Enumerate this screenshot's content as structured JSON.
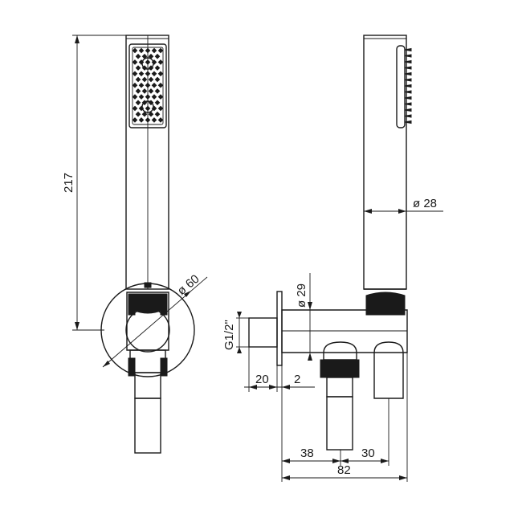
{
  "dimensions": {
    "height_217": "217",
    "dia_60": "ø 60",
    "dia_29": "ø 29",
    "dia_28": "ø 28",
    "thread_g12": "G1/2\"",
    "len_20": "20",
    "len_2": "2",
    "len_38": "38",
    "len_30": "30",
    "len_82": "82"
  },
  "colors": {
    "line": "#1a1a1a",
    "background": "#ffffff"
  }
}
